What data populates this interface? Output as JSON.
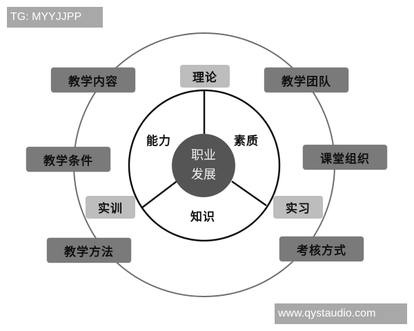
{
  "watermarks": {
    "top_left": "TG: MYYJJPP",
    "bottom_right": "www.qystaudio.com"
  },
  "diagram": {
    "center": {
      "line1": "职业",
      "line2": "发展",
      "fill": "#555555"
    },
    "inner_ring": {
      "segments": [
        "能力",
        "素质",
        "知识"
      ]
    },
    "inner_nodes": {
      "top": "理论",
      "left": "实训",
      "right": "实习"
    },
    "outer_nodes": {
      "top_left": "教学内容",
      "top_right": "教学团队",
      "mid_left": "教学条件",
      "mid_right": "课堂组织",
      "bottom_left": "教学方法",
      "bottom_right": "考核方式"
    },
    "colors": {
      "outer_box": "#7a7a7a",
      "inner_box": "#bdbdbd",
      "outer_ring": "#6e6e6e",
      "inner_ring": "#111111",
      "watermark_bg": "#a8a8a8"
    }
  }
}
